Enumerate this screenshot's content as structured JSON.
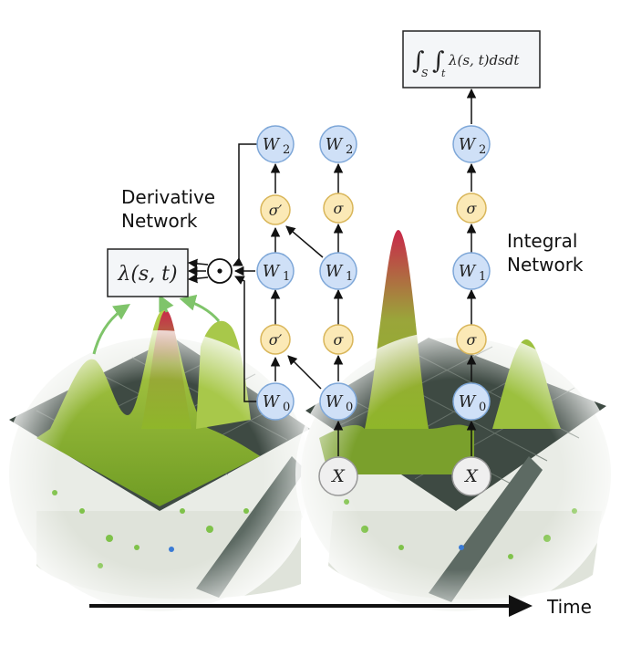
{
  "labels": {
    "derivative_line1": "Derivative",
    "derivative_line2": "Network",
    "integral_line1": "Integral",
    "integral_line2": "Network",
    "time": "Time"
  },
  "formulas": {
    "lambda_box": "λ(s, t)",
    "integral_box_symbols": "∫",
    "integral_sub_s": "S",
    "integral_sub_t": "t",
    "integral_body": "λ(s, t)dsdt",
    "product_operator": "⊙"
  },
  "nodes": {
    "w2": "W",
    "w2_sub": "2",
    "w1": "W",
    "w1_sub": "1",
    "w0": "W",
    "w0_sub": "0",
    "sigma": "σ",
    "sigma_prime": "σ′",
    "x": "X"
  },
  "colors": {
    "weight_fill": "#cfe0f7",
    "weight_stroke": "#7ea7d8",
    "sigma_fill": "#fbe9b6",
    "sigma_stroke": "#d9b65a",
    "x_fill": "#efefef",
    "terrain_green": "#a6c43a",
    "peak_red": "#c9284a"
  }
}
